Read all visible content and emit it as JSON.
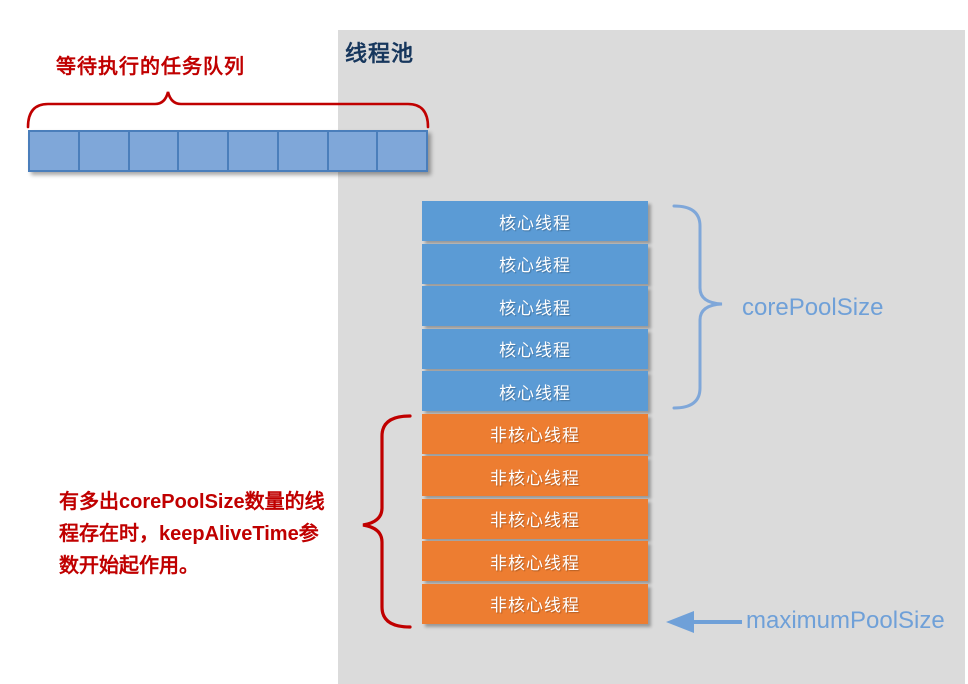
{
  "colors": {
    "panel_bg": "#DBDBDB",
    "title": "#17375D",
    "red": "#C00000",
    "blue_annotation": "#6FA0D8",
    "core_thread": "#5B9BD5",
    "non_core_thread": "#ED7D31",
    "queue_fill": "#7FA7D9",
    "queue_border": "#4A7EBB"
  },
  "pool": {
    "title": "线程池"
  },
  "queue": {
    "label": "等待执行的任务队列",
    "cell_count": 8
  },
  "threads": {
    "core": {
      "label": "核心线程",
      "count": 5
    },
    "non_core": {
      "label": "非核心线程",
      "count": 5
    }
  },
  "annotations": {
    "core_pool_size_label": "corePoolSize",
    "maximum_pool_size_label": "maximumPoolSize",
    "keep_alive_note_lines": [
      "有多出corePoolSize数量的线",
      "程存在时，keepAliveTime参",
      "数开始起作用。"
    ]
  }
}
